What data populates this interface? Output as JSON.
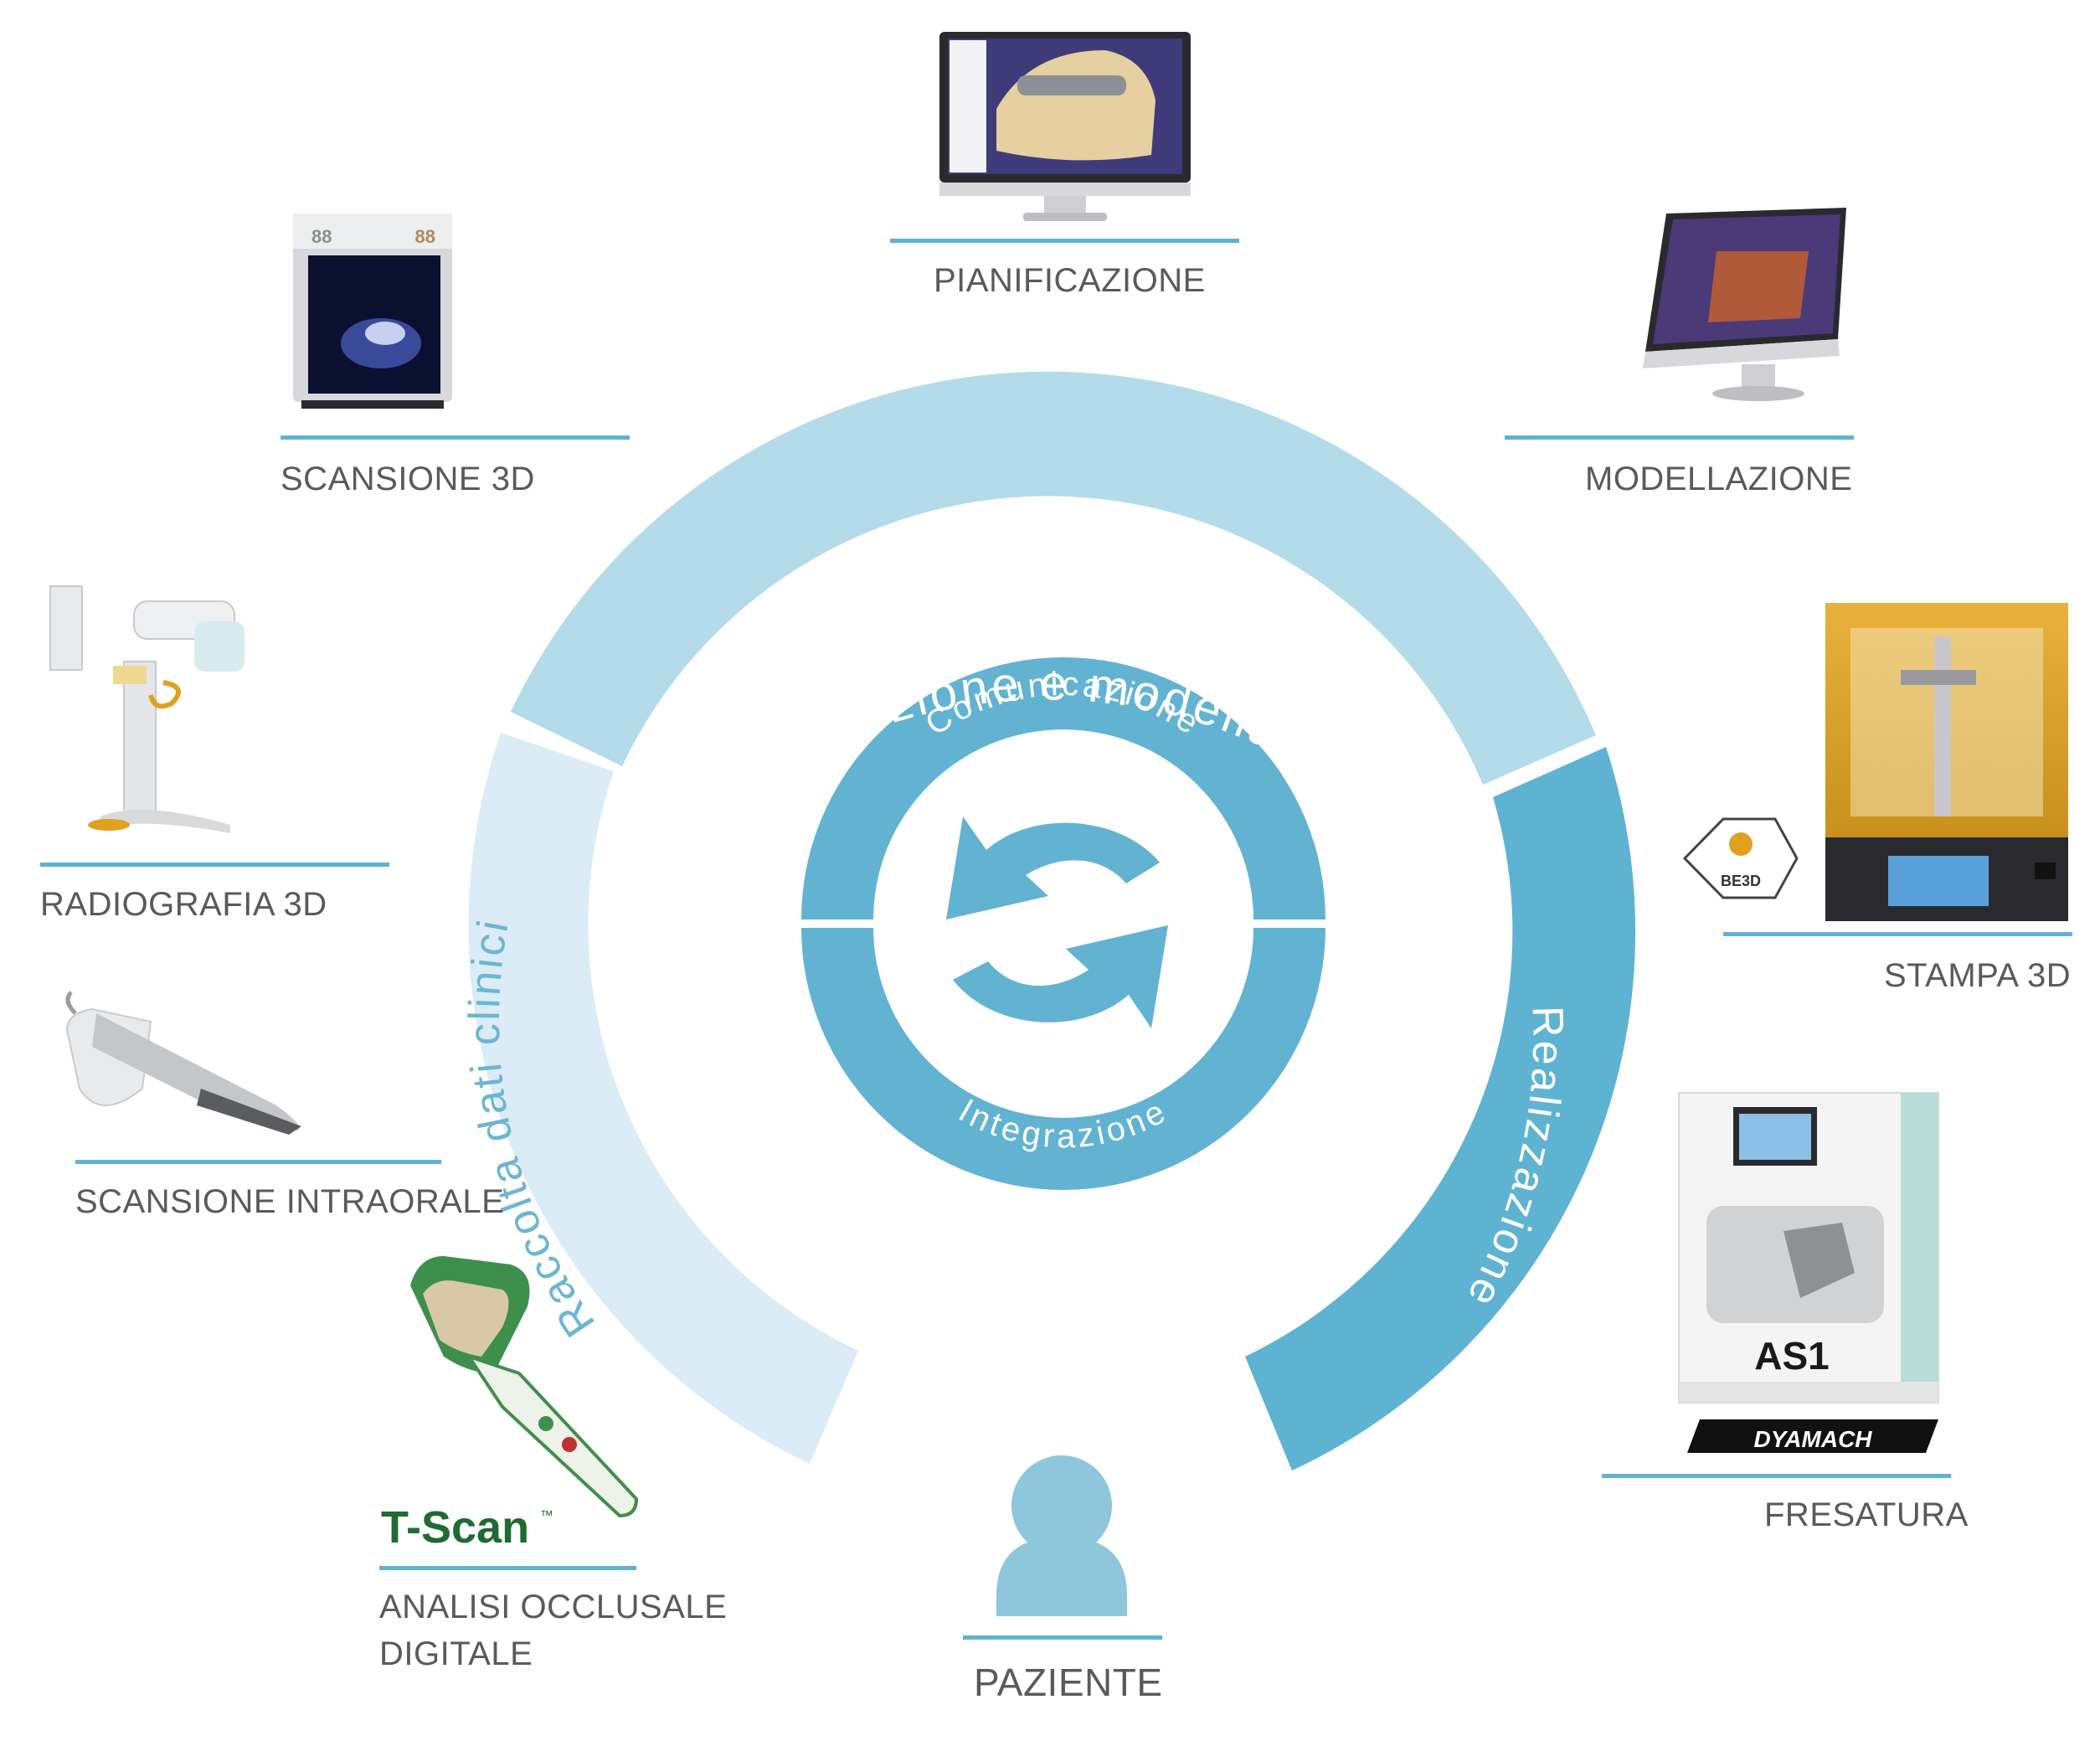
{
  "diagram": {
    "outer_ring": {
      "top_label": "Progettazione e modellazione",
      "left_label": "Raccolta dati clinici",
      "right_label": "Realizzazione"
    },
    "inner_ring": {
      "top_label": "Comunicazione",
      "bottom_label": "Integrazione"
    },
    "center_icon": "sync-arrows-icon",
    "stations": [
      {
        "label": "PIANIFICAZIONE",
        "icon": "monitor-icon"
      },
      {
        "label": "SCANSIONE 3D",
        "icon": "desktop-scanner-icon"
      },
      {
        "label": "MODELLAZIONE",
        "icon": "monitor-icon"
      },
      {
        "label": "RADIOGRAFIA 3D",
        "icon": "xray-unit-icon"
      },
      {
        "label": "STAMPA 3D",
        "icon": "3d-printer-icon"
      },
      {
        "label": "SCANSIONE INTRAORALE",
        "icon": "intraoral-scanner-icon"
      },
      {
        "label": "FRESATURA",
        "icon": "milling-machine-icon"
      },
      {
        "label": "ANALISI OCCLUSALE",
        "label_line2": "DIGITALE",
        "icon": "occlusal-sensor-icon"
      },
      {
        "label": "PAZIENTE",
        "icon": "person-icon"
      }
    ],
    "logos": {
      "tscan": "T-Scan",
      "tscan_tm": "™",
      "be3d": "BE3D",
      "as1": "AS1",
      "dyamach": "DYAMACH"
    },
    "colors": {
      "outer_top": "#b4dbea",
      "outer_left": "#dbecf6",
      "outer_right": "#5fb3d2",
      "inner_ring": "#62b3d2",
      "rule": "#5fb3d2",
      "label_text": "#5a5a5a",
      "person": "#8ec6dc"
    }
  }
}
